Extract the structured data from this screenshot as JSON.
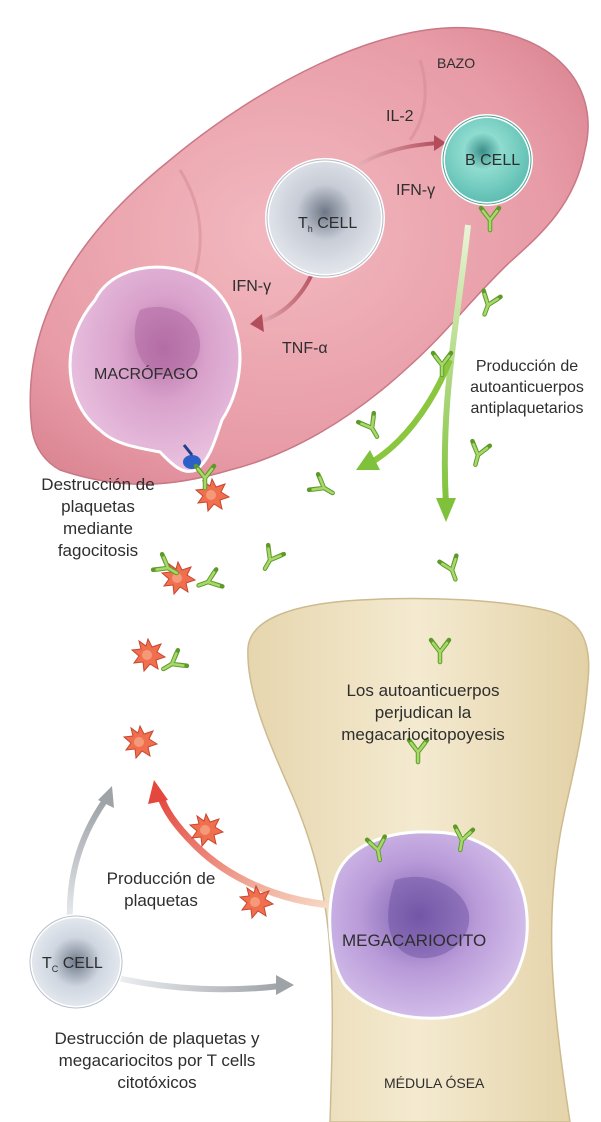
{
  "labels": {
    "spleen": "BAZO",
    "il2": "IL-2",
    "ifn_b": "IFN-γ",
    "b_cell": "B CELL",
    "th_main": "T",
    "th_sub": "h",
    "th_rest": " CELL",
    "ifn_mac": "IFN-γ",
    "tnf": "TNF-α",
    "macrophage": "MACRÓFAGO",
    "autoantibody_production": "Producción de autoanticuerpos antiplaquetarios",
    "phagocytosis": "Destrucción de plaquetas mediante fagocitosis",
    "megakaryopoiesis": "Los autoanticuerpos perjudican la megacariocitopoyesis",
    "platelet_production": "Producción de plaquetas",
    "megakaryocyte": "MEGACARIOCITO",
    "tc_main": "T",
    "tc_sub": "C",
    "tc_rest": " CELL",
    "cytotoxic": "Destrucción de plaquetas y megacariocitos por T cells citotóxicos",
    "bone_marrow": "MÉDULA ÓSEA"
  },
  "colors": {
    "spleen": "#e8a0aa",
    "bone": "#efe3c2",
    "b_cell": "#7fd3c6",
    "th_cell": "#d7dbe3",
    "macrophage": "#dca6cf",
    "megakaryocyte": "#c7aee0",
    "platelet": "#ef7050",
    "antibody": "#8ccc4a",
    "arrow_green": "#8bc63f",
    "arrow_red": "#e8574a",
    "arrow_gray": "#a9adb2"
  }
}
